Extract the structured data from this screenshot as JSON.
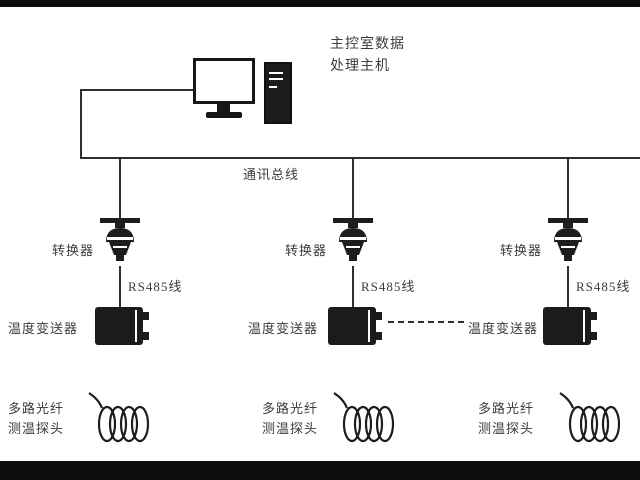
{
  "colors": {
    "line": "#2f2f2f",
    "text": "#3c3c3c",
    "frame_bar": "#0e0e0e"
  },
  "host": {
    "label_line1": "主控室数据",
    "label_line2": "处理主机"
  },
  "bus": {
    "label": "通讯总线"
  },
  "branches": [
    {
      "converter": "转换器",
      "rs485": "RS485线",
      "transmitter": "温度变送器",
      "probe_line1": "多路光纤",
      "probe_line2": "测温探头"
    },
    {
      "converter": "转换器",
      "rs485": "RS485线",
      "transmitter": "温度变送器",
      "probe_line1": "多路光纤",
      "probe_line2": "测温探头"
    },
    {
      "converter": "转换器",
      "rs485": "RS485线",
      "transmitter": "温度变送器",
      "probe_line1": "多路光纤",
      "probe_line2": "测温探头"
    }
  ]
}
